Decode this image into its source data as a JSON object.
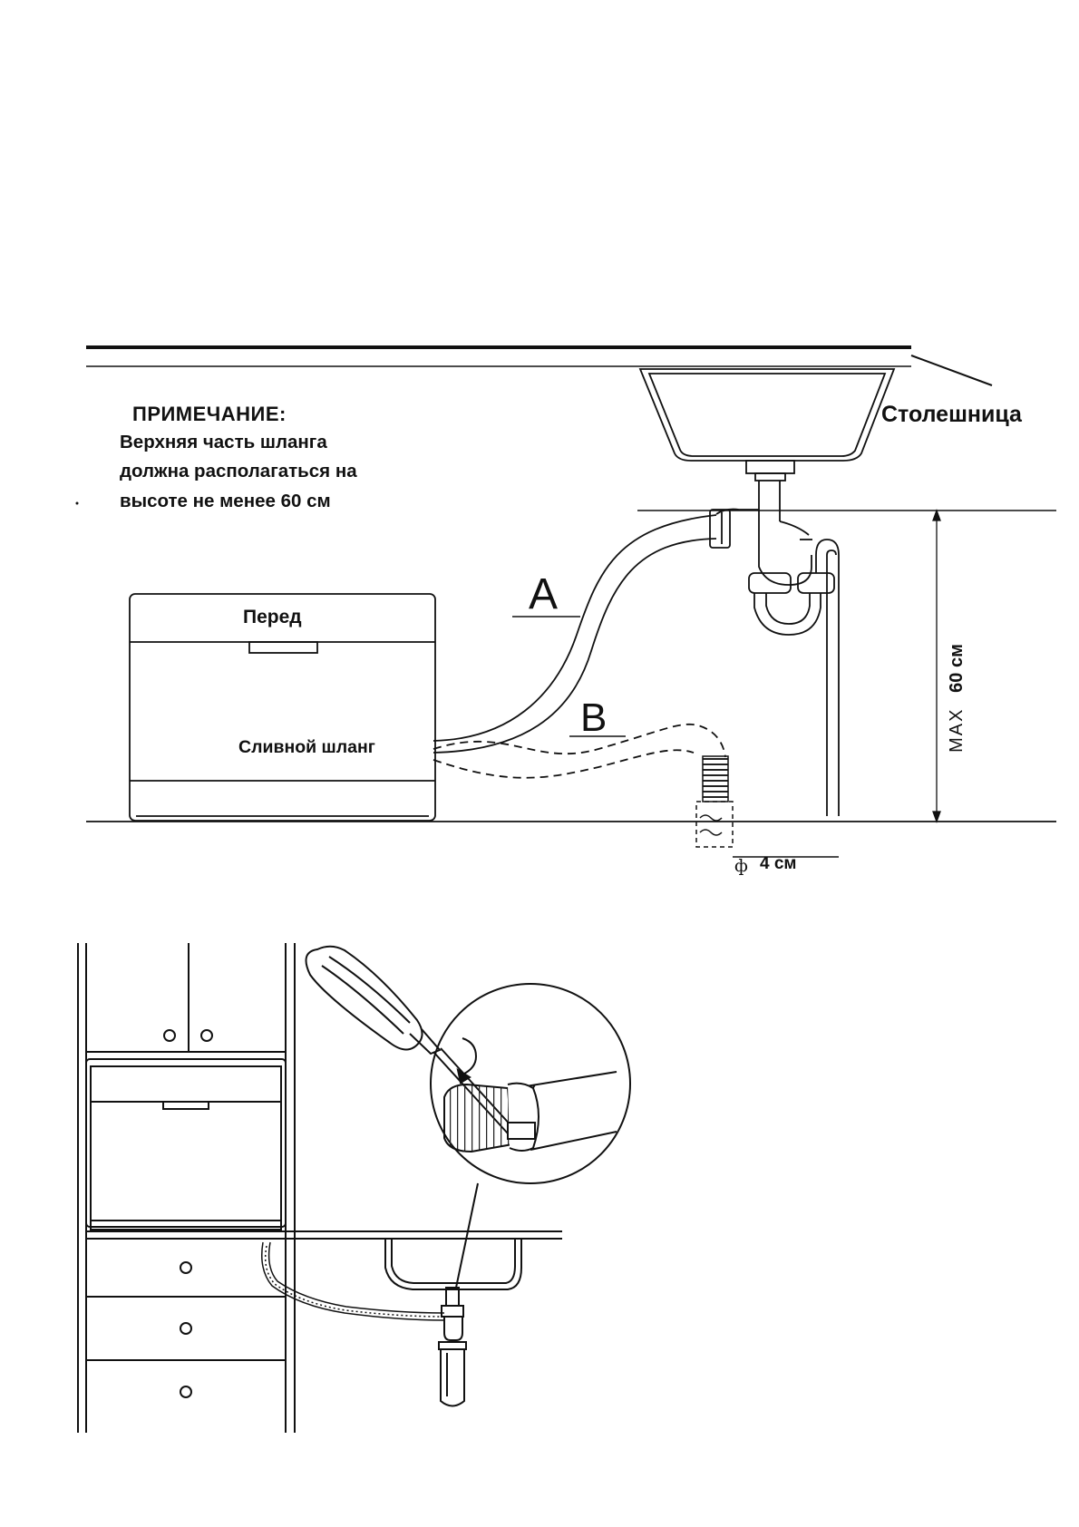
{
  "note": {
    "title": "ПРИМЕЧАНИЕ:",
    "line1": "Верхняя часть шланга",
    "line2": "должна располагаться на",
    "line3": "высоте не менее 60 см"
  },
  "labels": {
    "countertop": "Столешница",
    "front": "Перед",
    "drain_hose": "Сливной шланг",
    "hose_a": "A",
    "hose_b": "B",
    "max_prefix": "MAX",
    "max_value": "60 см",
    "diameter_symbol": "ф",
    "diameter_value": "4 см"
  },
  "icons": [
    "screwdriver-icon",
    "rotate-arrow-icon",
    "hose-clamp-icon",
    "siphon-icon"
  ]
}
